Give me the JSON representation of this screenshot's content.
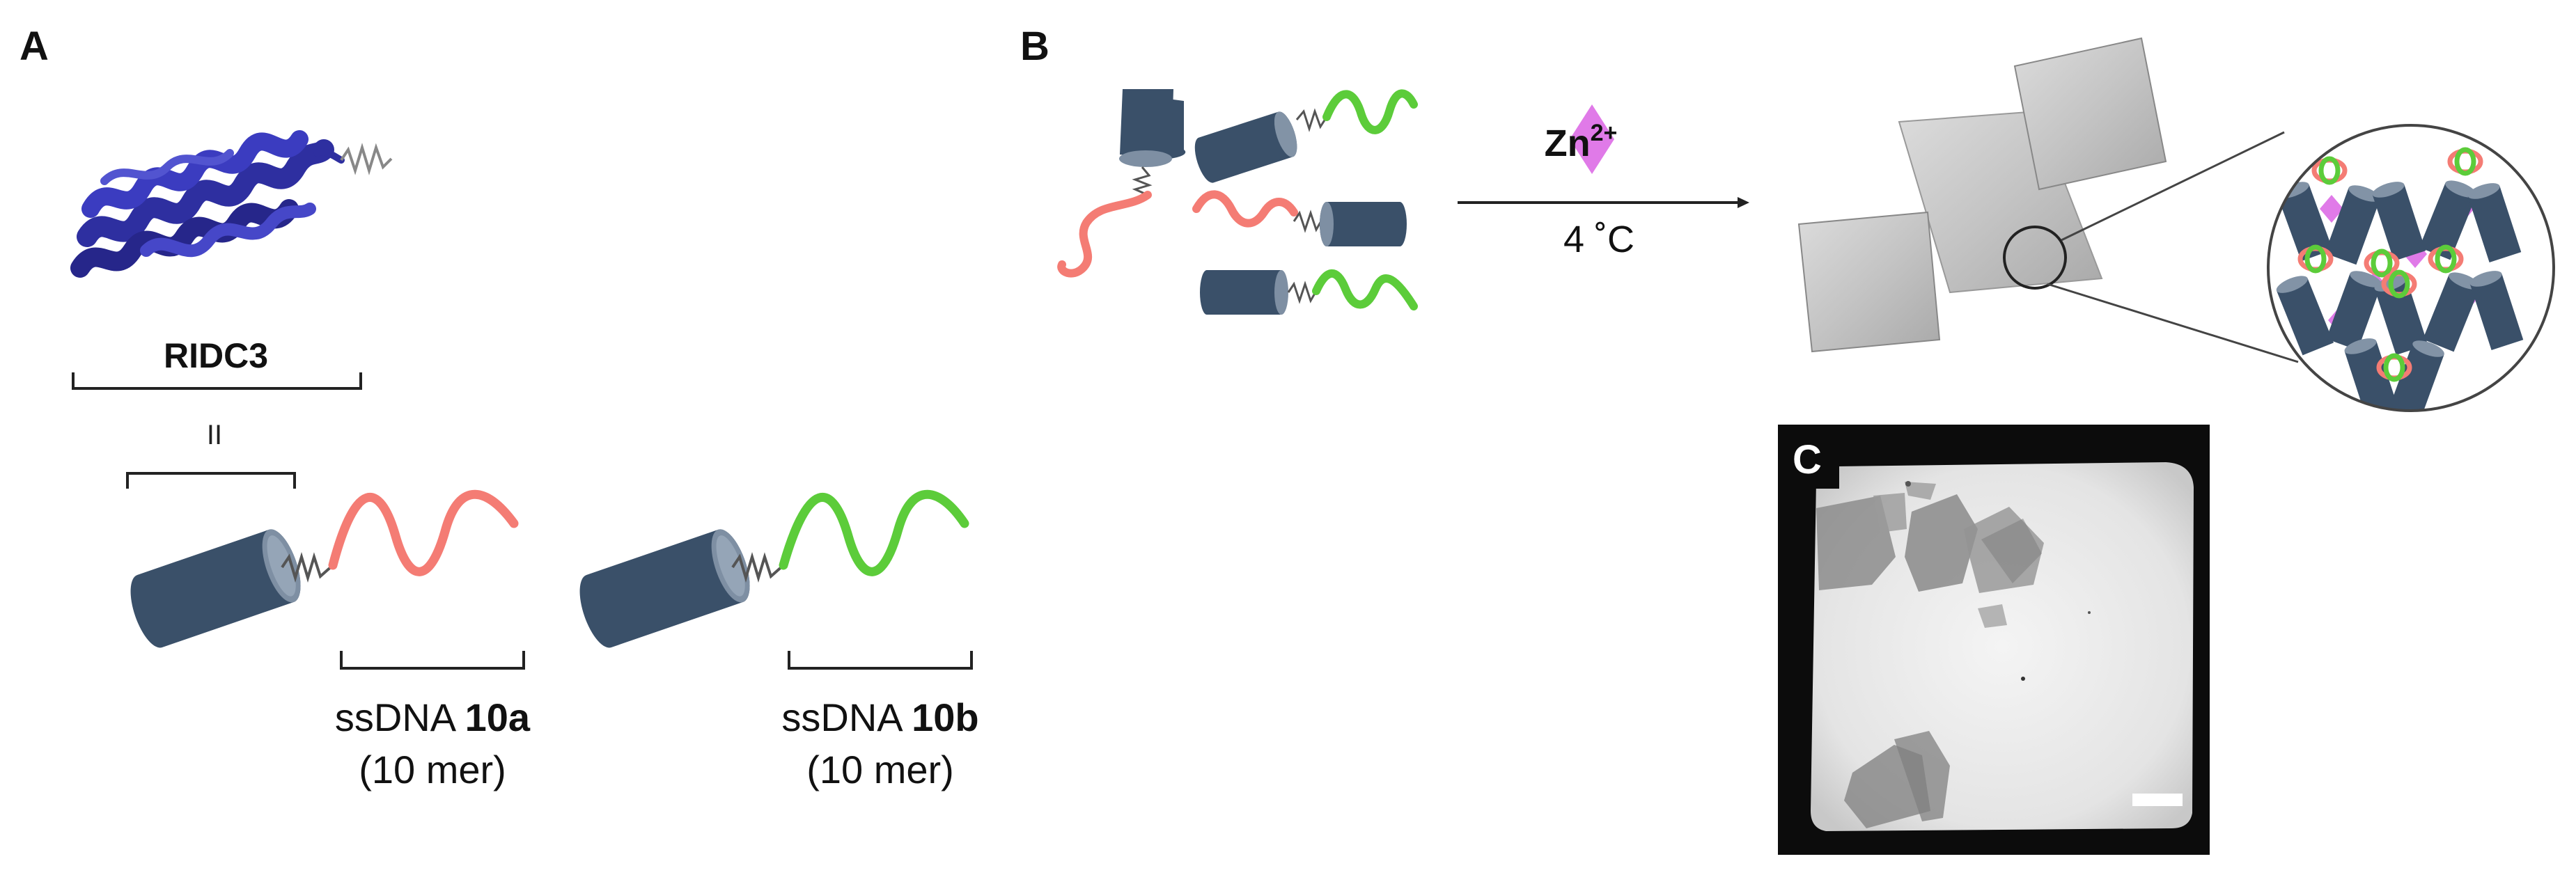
{
  "panels": {
    "a": {
      "letter": "A",
      "protein_name": "RIDC3",
      "equals_sign": "II",
      "strand_1": {
        "name_prefix": "ssDNA ",
        "name_bold": "10a",
        "length": "(10 mer)"
      },
      "strand_2": {
        "name_prefix": "ssDNA ",
        "name_bold": "10b",
        "length": "(10 mer)"
      }
    },
    "b": {
      "letter": "B",
      "ion_base": "Zn",
      "ion_charge": "2+",
      "condition": "4 ˚C"
    },
    "c": {
      "letter": "C"
    }
  },
  "colors": {
    "cylinder": "#3a5069",
    "cylinder_cap": "#7e8fa3",
    "strand_red": "#f47c74",
    "strand_green": "#5ccc3a",
    "zinc": "#e07ae8",
    "protein_ribbon": "#2e2fa0",
    "sheet_gray": "#c9c9c9",
    "tem_background": "#0c0c0c"
  }
}
